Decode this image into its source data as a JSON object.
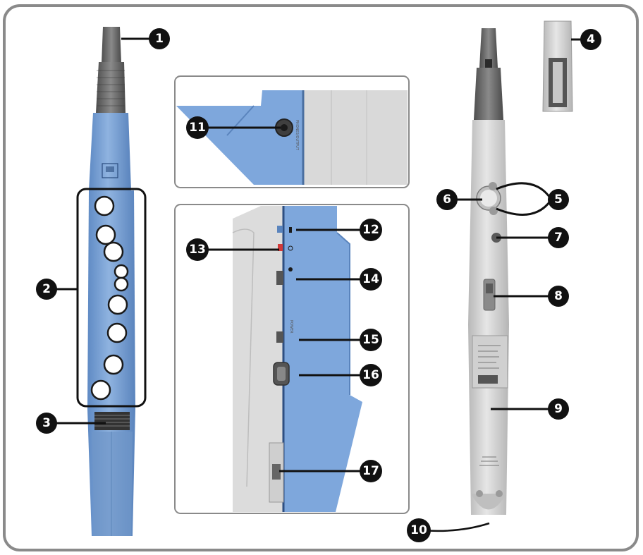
{
  "callouts": [
    {
      "id": "c1",
      "label": "1"
    },
    {
      "id": "c2",
      "label": "2"
    },
    {
      "id": "c3",
      "label": "3"
    },
    {
      "id": "c4",
      "label": "4"
    },
    {
      "id": "c5",
      "label": "5"
    },
    {
      "id": "c6",
      "label": "6"
    },
    {
      "id": "c7",
      "label": "7"
    },
    {
      "id": "c8",
      "label": "8"
    },
    {
      "id": "c9",
      "label": "9"
    },
    {
      "id": "c10",
      "label": "10"
    },
    {
      "id": "c11",
      "label": "11"
    },
    {
      "id": "c12",
      "label": "12"
    },
    {
      "id": "c13",
      "label": "13"
    },
    {
      "id": "c14",
      "label": "14"
    },
    {
      "id": "c15",
      "label": "15"
    },
    {
      "id": "c16",
      "label": "16"
    },
    {
      "id": "c17",
      "label": "17"
    }
  ],
  "colors": {
    "body_blue": "#7aa3d6",
    "body_blue_dark": "#5a86c0",
    "mouthpiece": "#666666",
    "back_grey": "#d3d3d3",
    "frame": "#8a8a8a",
    "callout": "#111111"
  }
}
